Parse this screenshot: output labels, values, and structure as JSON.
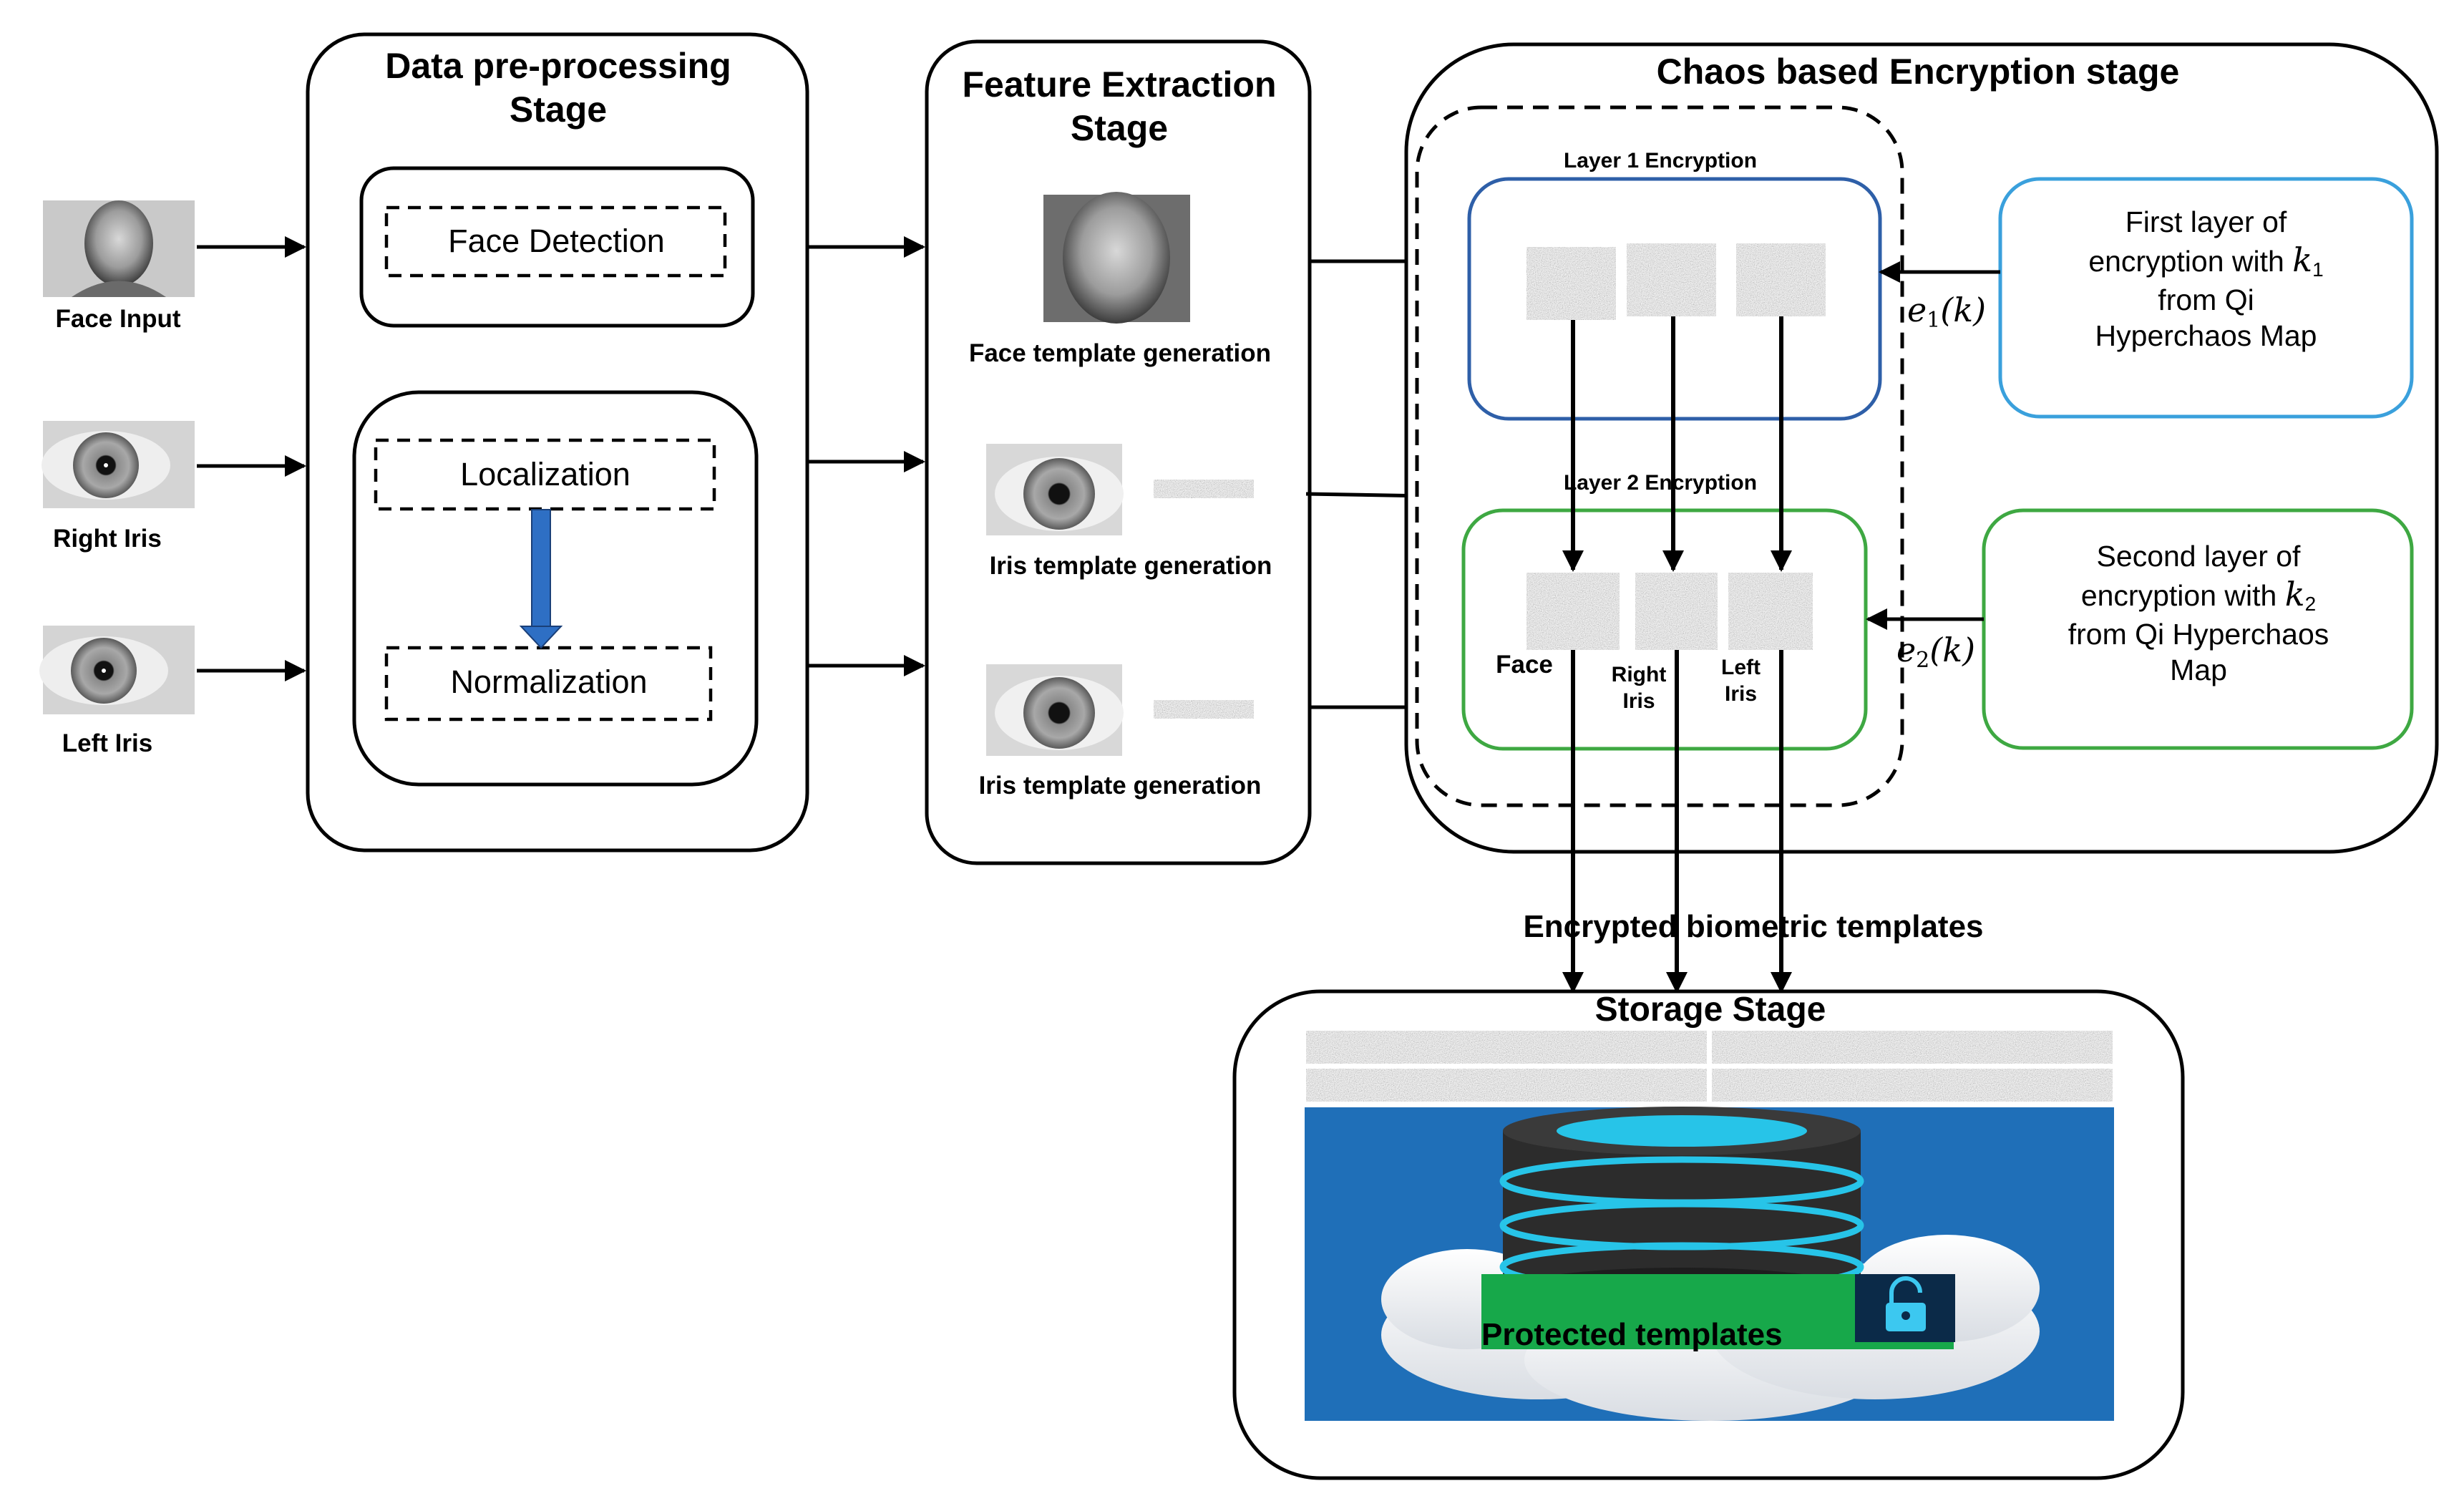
{
  "inputs": {
    "face_input": "Face Input",
    "right_iris": "Right Iris",
    "left_iris": "Left Iris"
  },
  "preprocessing": {
    "title_line1": "Data pre-processing",
    "title_line2": "Stage",
    "face_detection": "Face Detection",
    "localization": "Localization",
    "normalization": "Normalization"
  },
  "feature_extraction": {
    "title_line1": "Feature Extraction",
    "title_line2": "Stage",
    "face_template": "Face template generation",
    "iris_template_right": "Iris template generation",
    "iris_template_left": "Iris template generation"
  },
  "encryption": {
    "title": "Chaos based Encryption stage",
    "layer1": "Layer 1 Encryption",
    "layer2": "Layer 2 Encryption",
    "out_face": "Face",
    "out_right_line1": "Right",
    "out_right_line2": "Iris",
    "out_left_line1": "Left",
    "out_left_line2": "Iris",
    "key1_line1": "First layer of",
    "key1_line2": "encryption with",
    "key1_line3": "from Qi",
    "key1_line4": "Hyperchaos Map",
    "key1_symbol": "k",
    "key1_symbol_sub": "1",
    "key2_line1": "Second layer of",
    "key2_line2": "encryption with",
    "key2_line3": "from Qi Hyperchaos",
    "key2_line4": "Map",
    "key2_symbol": "k",
    "key2_symbol_sub": "2",
    "e1_base": "e",
    "e1_sub": "1",
    "e1_arg": "(k)",
    "e2_base": "e",
    "e2_sub": "2",
    "e2_arg": "(k)"
  },
  "output": {
    "encrypted_label": "Encrypted biometric templates"
  },
  "storage": {
    "title": "Storage Stage",
    "protected": "Protected templates"
  },
  "colors": {
    "layer1_border": "#2e5fa8",
    "key1_border": "#3aa0dc",
    "layer2_border": "#3ea842",
    "key2_border": "#3ea842",
    "storage_bg": "#1f6fb8",
    "protected_bg": "#17a84a",
    "down_arrow": "#2e6fc4"
  }
}
